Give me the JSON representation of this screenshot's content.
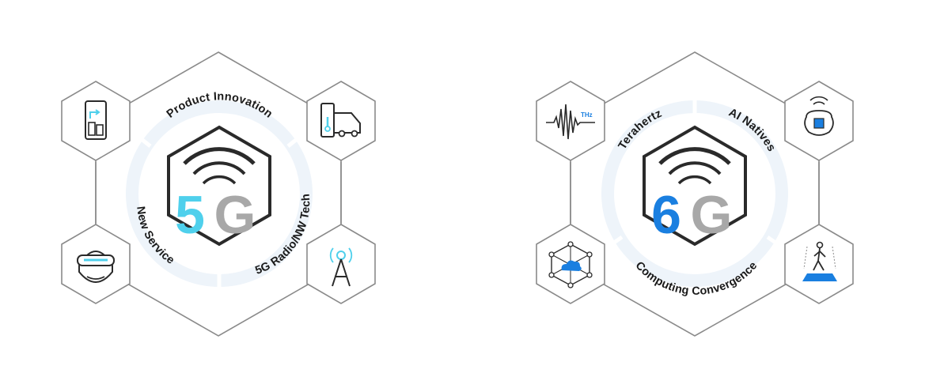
{
  "diagrams": [
    {
      "id": "5g",
      "glyph_digit": "5",
      "glyph_letter": "G",
      "digit_color": "#4fd0ec",
      "letter_color": "#a8a8a8",
      "labels": {
        "top": "Product Innovation",
        "right": "5G Radio/NW Tech",
        "left": "New Service"
      },
      "satellites": {
        "top_left": "phone-3d-icon",
        "top_right": "delivery-van-icon",
        "bottom_left": "vr-headset-icon",
        "bottom_right": "antenna-tower-icon"
      }
    },
    {
      "id": "6g",
      "glyph_digit": "6",
      "glyph_letter": "G",
      "digit_color": "#1a7fe0",
      "letter_color": "#a8a8a8",
      "labels": {
        "top_left": "Terahertz",
        "top_right": "AI Natives",
        "bottom": "Computing Convergence"
      },
      "small_text": {
        "thz": "THz"
      },
      "satellites": {
        "top_left": "terahertz-wave-icon",
        "top_right": "ai-brain-chip-icon",
        "bottom_left": "cloud-network-icon",
        "bottom_right": "hologram-person-icon"
      }
    }
  ],
  "colors": {
    "outline": "#8a8a8a",
    "ring": "#eef4fa",
    "dark": "#2a2a2a",
    "accent": "#4fd0ec",
    "accent_dark": "#1a7fe0"
  }
}
